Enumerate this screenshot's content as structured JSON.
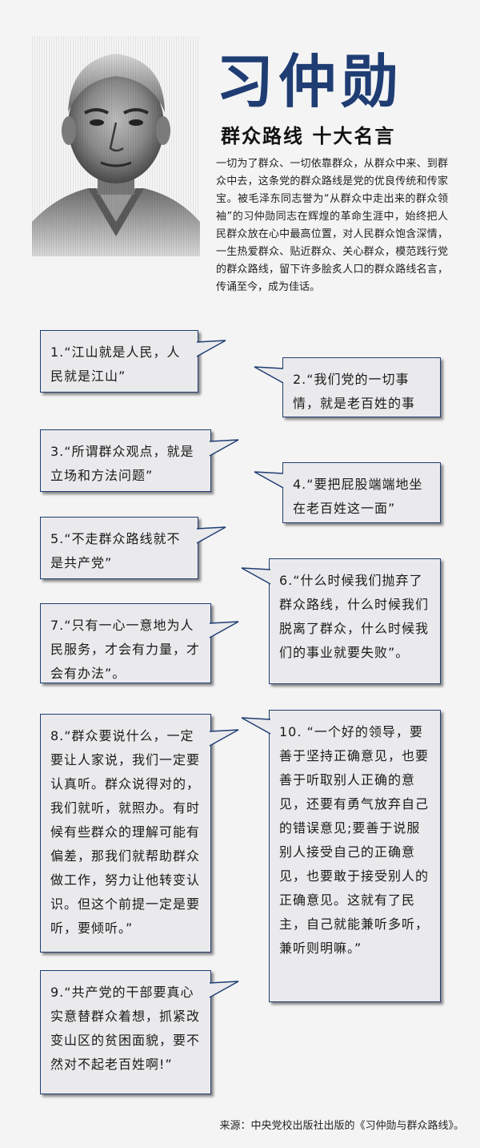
{
  "header": {
    "name": "习仲勋",
    "subtitle": "群众路线 十大名言",
    "intro": "一切为了群众、一切依靠群众，从群众中来、到群众中去，这条党的群众路线是党的优良传统和传家宝。被毛泽东同志誉为“从群众中走出来的群众领袖”的习仲勋同志在辉煌的革命生涯中，始终把人民群众放在心中最高位置，对人民群众饱含深情，一生热爱群众、贴近群众、关心群众，模范践行党的群众路线，留下许多脍炙人口的群众路线名言，传诵至今，成为佳话。"
  },
  "quotes": [
    "1.“江山就是人民，人民就是江山”",
    "2.“我们党的一切事情，就是老百姓的事",
    "3.“所谓群众观点，就是立场和方法问题”",
    "4.“要把屁股端端地坐在老百姓这一面”",
    "5.“不走群众路线就不是共产党”",
    "6.“什么时候我们抛弃了群众路线，什么时候我们脱离了群众，什么时候我们的事业就要失败”。",
    "7.“只有一心一意地为人民服务，才会有力量，才会有办法”。",
    "8.“群众要说什么，一定要让人家说，我们一定要认真听。群众说得对的，我们就听，就照办。有时候有些群众的理解可能有偏差，那我们就帮助群众做工作，努力让他转变认识。但这个前提一定是要听，要倾听。”",
    "9.“共产党的干部要真心实意替群众着想，抓紧改变山区的贫困面貌，要不然对不起老百姓啊!”",
    "10. “一个好的领导，要善于坚持正确意见，也要善于听取别人正确的意见，还要有勇气放弃自己的错误意见;要善于说服别人接受自己的正确意见，也要敢于接受别人的正确意见。这就有了民主，自己就能兼听多听，兼听则明嘛。”"
  ],
  "footer": {
    "source": "来源：中央党校出版社出版的《习仲勋与群众路线》。"
  },
  "colors": {
    "title": "#1f3d73",
    "bubble_border": "#1f3d73",
    "bubble_fill": "#eaeaec",
    "background": "#f4f4f4"
  }
}
